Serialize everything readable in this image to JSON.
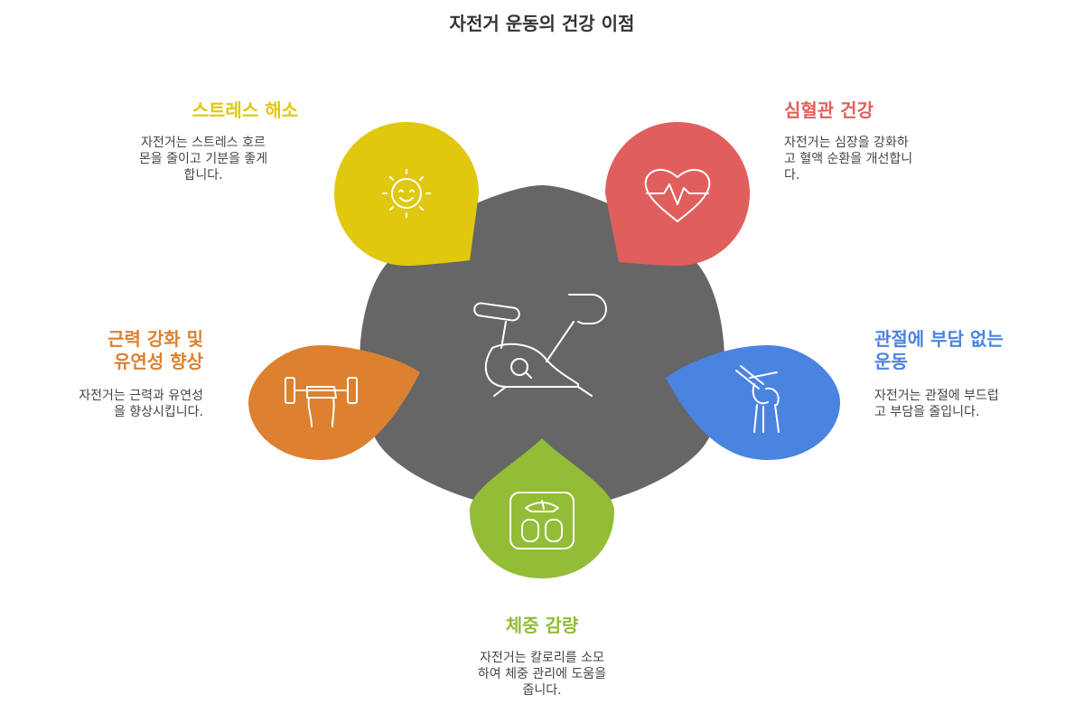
{
  "title": "자전거 운동의 건강 이점",
  "center": {
    "icon": "exercise-bike-icon",
    "color": "#666666"
  },
  "benefits": [
    {
      "id": "stress",
      "title": "스트레스 해소",
      "description": "자전거는 스트레스 호르\n몬을 줄이고 기분을 좋게\n합니다.",
      "color": "#E0C80E",
      "icon": "smiling-sun-icon"
    },
    {
      "id": "cardio",
      "title": "심혈관 건강",
      "description": "자전거는 심장을 강화하\n고 혈액 순환을 개선합니\n다.",
      "color": "#E05F5D",
      "icon": "heartbeat-icon"
    },
    {
      "id": "muscle",
      "title": "근력 강화 및\n유연성 향상",
      "description": "자전거는 근력과 유연성\n을 향상시킵니다.",
      "color": "#DC8130",
      "icon": "dumbbell-hand-icon"
    },
    {
      "id": "joint",
      "title": "관절에 부담 없는\n운동",
      "description": "자전거는 관절에 부드럽\n고 부담을 줄입니다.",
      "color": "#4A84E1",
      "icon": "knee-joint-icon"
    },
    {
      "id": "weight",
      "title": "체중 감량",
      "description": "자전거는 칼로리를 소모\n하여 체중 관리에 도움을\n줍니다.",
      "color": "#93BC37",
      "icon": "scale-icon"
    }
  ]
}
